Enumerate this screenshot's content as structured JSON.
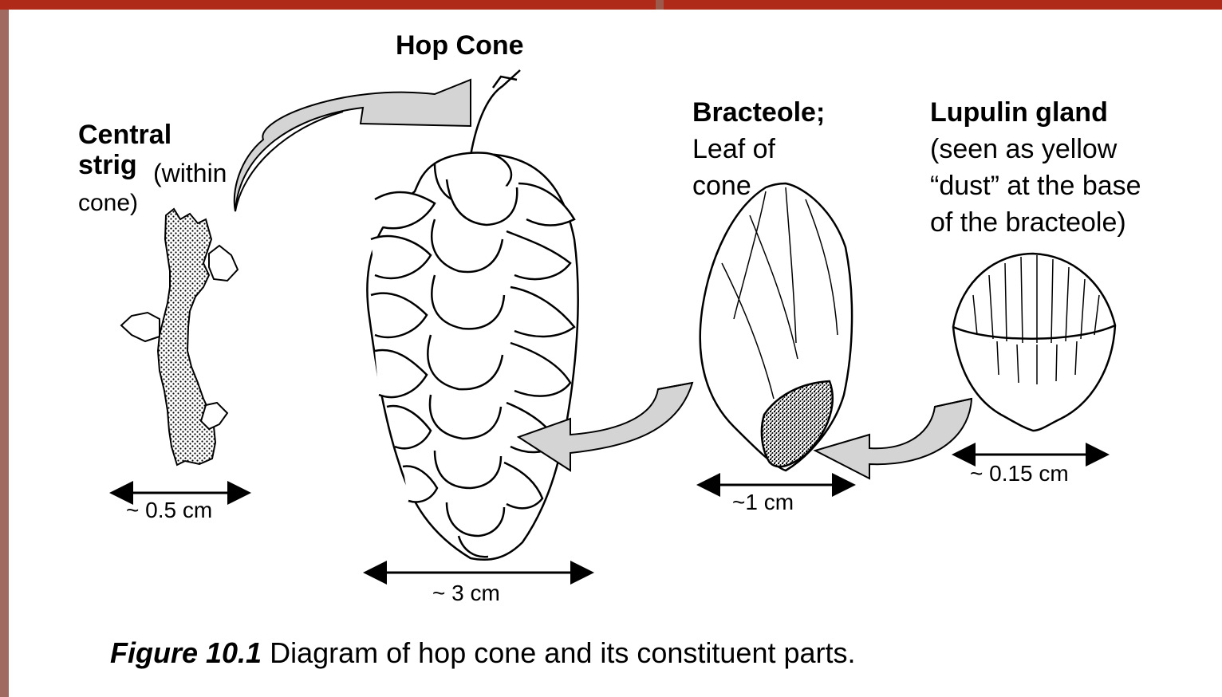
{
  "hop_cone": {
    "title": "Hop Cone",
    "measurement": "~ 3 cm"
  },
  "strig": {
    "title_bold": "Central strig",
    "title_rest": "(within",
    "title_line3": "cone)",
    "measurement": "~ 0.5 cm"
  },
  "bracteole": {
    "title": "Bracteole;",
    "line2": "Leaf of",
    "line3": "cone",
    "measurement": "~1 cm"
  },
  "lupulin": {
    "title": "Lupulin gland",
    "line2": "(seen as yellow",
    "line3": "“dust” at the base",
    "line4": "of the bracteole)",
    "measurement": "~ 0.15 cm"
  },
  "caption": {
    "figure": "Figure 10.1",
    "text": "Diagram of hop cone and its constituent parts."
  },
  "colors": {
    "frame_top": "#b02a1a",
    "frame_left": "#a06a60",
    "arrow_fill": "#d4d4d4"
  }
}
